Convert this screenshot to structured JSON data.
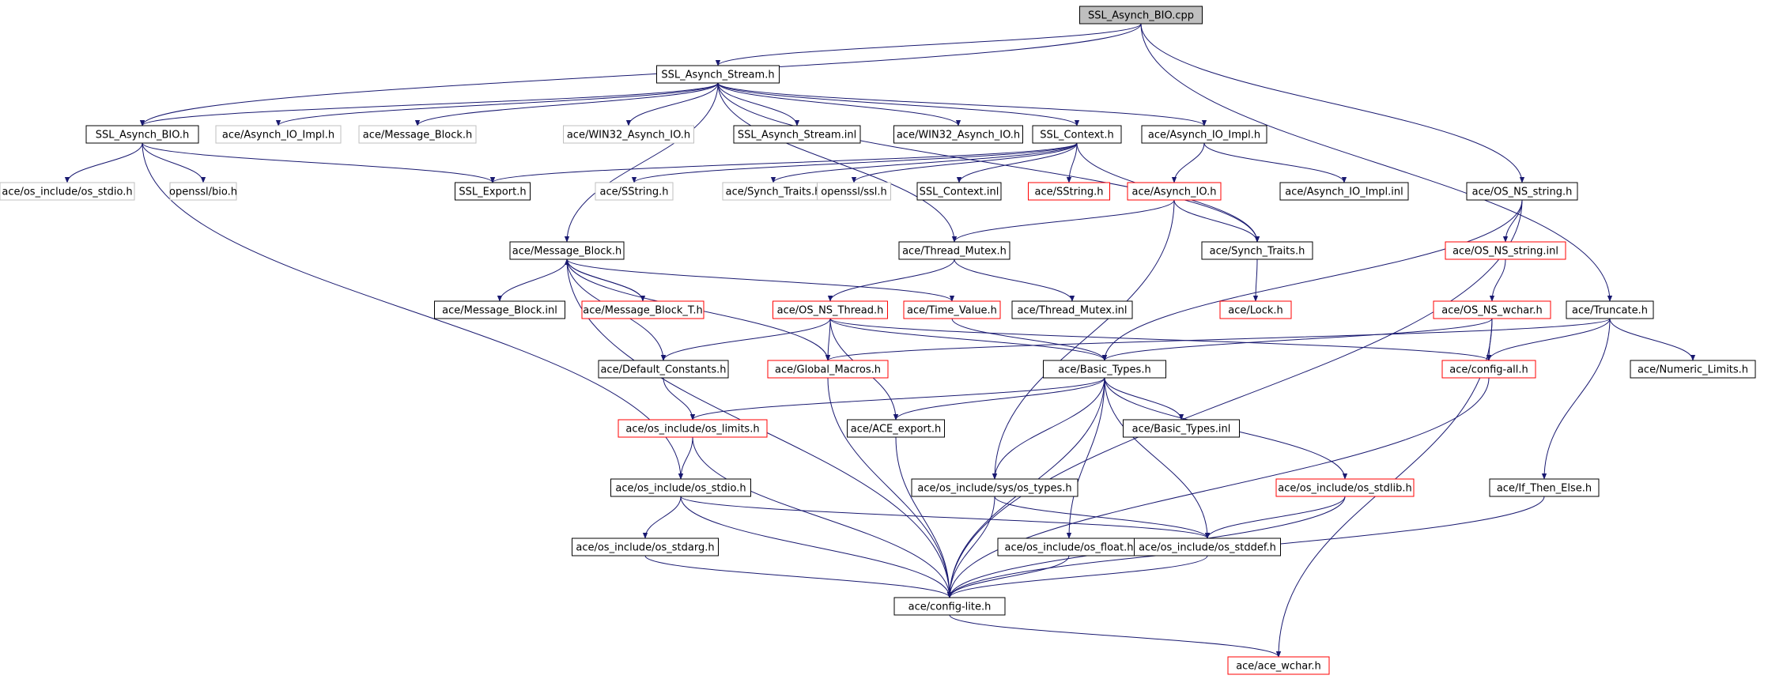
{
  "graph": {
    "colors": {
      "edge": "#191970",
      "border_normal": "#000000",
      "border_red": "#ff0000",
      "border_gray": "#bfbfbf",
      "fill_normal": "#ffffff",
      "fill_root": "#bfbfbf"
    },
    "nodes": [
      {
        "id": "root",
        "label": "SSL_Asynch_BIO.cpp",
        "style": "root"
      },
      {
        "id": "stream_h",
        "label": "SSL_Asynch_Stream.h",
        "style": "normal"
      },
      {
        "id": "bio_h",
        "label": "SSL_Asynch_BIO.h",
        "style": "normal"
      },
      {
        "id": "aio_impl_gray",
        "label": "ace/Asynch_IO_Impl.h",
        "style": "gray"
      },
      {
        "id": "mb_gray",
        "label": "ace/Message_Block.h",
        "style": "gray"
      },
      {
        "id": "win32_gray",
        "label": "ace/WIN32_Asynch_IO.h",
        "style": "gray"
      },
      {
        "id": "stream_inl",
        "label": "SSL_Asynch_Stream.inl",
        "style": "normal"
      },
      {
        "id": "win32_h",
        "label": "ace/WIN32_Asynch_IO.h",
        "style": "normal"
      },
      {
        "id": "ctx_h",
        "label": "SSL_Context.h",
        "style": "normal"
      },
      {
        "id": "aio_impl_h",
        "label": "ace/Asynch_IO_Impl.h",
        "style": "normal"
      },
      {
        "id": "os_stdio_gray",
        "label": "ace/os_include/os_stdio.h",
        "style": "gray"
      },
      {
        "id": "bio_ossl",
        "label": "openssl/bio.h",
        "style": "gray"
      },
      {
        "id": "export_h",
        "label": "SSL_Export.h",
        "style": "normal"
      },
      {
        "id": "sstring_gray",
        "label": "ace/SString.h",
        "style": "gray"
      },
      {
        "id": "synch_traits_gray",
        "label": "ace/Synch_Traits.h",
        "style": "gray"
      },
      {
        "id": "ssl_ossl",
        "label": "openssl/ssl.h",
        "style": "gray"
      },
      {
        "id": "ctx_inl",
        "label": "SSL_Context.inl",
        "style": "normal"
      },
      {
        "id": "sstring_red",
        "label": "ace/SString.h",
        "style": "red"
      },
      {
        "id": "aio_h",
        "label": "ace/Asynch_IO.h",
        "style": "red"
      },
      {
        "id": "aio_impl_inl",
        "label": "ace/Asynch_IO_Impl.inl",
        "style": "normal"
      },
      {
        "id": "ns_string_h",
        "label": "ace/OS_NS_string.h",
        "style": "normal"
      },
      {
        "id": "mb_h",
        "label": "ace/Message_Block.h",
        "style": "normal"
      },
      {
        "id": "thread_mutex_h",
        "label": "ace/Thread_Mutex.h",
        "style": "normal"
      },
      {
        "id": "synch_traits_h",
        "label": "ace/Synch_Traits.h",
        "style": "normal"
      },
      {
        "id": "ns_string_inl",
        "label": "ace/OS_NS_string.inl",
        "style": "red"
      },
      {
        "id": "mb_inl",
        "label": "ace/Message_Block.inl",
        "style": "normal"
      },
      {
        "id": "mb_t_h",
        "label": "ace/Message_Block_T.h",
        "style": "red"
      },
      {
        "id": "ns_thread_h",
        "label": "ace/OS_NS_Thread.h",
        "style": "red"
      },
      {
        "id": "time_value_h",
        "label": "ace/Time_Value.h",
        "style": "red"
      },
      {
        "id": "thread_mutex_inl",
        "label": "ace/Thread_Mutex.inl",
        "style": "normal"
      },
      {
        "id": "lock_h",
        "label": "ace/Lock.h",
        "style": "red"
      },
      {
        "id": "ns_wchar_h",
        "label": "ace/OS_NS_wchar.h",
        "style": "red"
      },
      {
        "id": "truncate_h",
        "label": "ace/Truncate.h",
        "style": "normal"
      },
      {
        "id": "default_constants_h",
        "label": "ace/Default_Constants.h",
        "style": "normal"
      },
      {
        "id": "global_macros_h",
        "label": "ace/Global_Macros.h",
        "style": "red"
      },
      {
        "id": "basic_types_h",
        "label": "ace/Basic_Types.h",
        "style": "normal"
      },
      {
        "id": "config_all_h",
        "label": "ace/config-all.h",
        "style": "red"
      },
      {
        "id": "numeric_limits_h",
        "label": "ace/Numeric_Limits.h",
        "style": "normal"
      },
      {
        "id": "os_limits_h",
        "label": "ace/os_include/os_limits.h",
        "style": "red"
      },
      {
        "id": "ace_export_h",
        "label": "ace/ACE_export.h",
        "style": "normal"
      },
      {
        "id": "basic_types_inl",
        "label": "ace/Basic_Types.inl",
        "style": "normal"
      },
      {
        "id": "os_stdio_h",
        "label": "ace/os_include/os_stdio.h",
        "style": "normal"
      },
      {
        "id": "sys_types_h",
        "label": "ace/os_include/sys/os_types.h",
        "style": "normal"
      },
      {
        "id": "os_stdlib_h",
        "label": "ace/os_include/os_stdlib.h",
        "style": "red"
      },
      {
        "id": "if_then_else_h",
        "label": "ace/If_Then_Else.h",
        "style": "normal"
      },
      {
        "id": "os_stdarg_h",
        "label": "ace/os_include/os_stdarg.h",
        "style": "normal"
      },
      {
        "id": "os_float_h",
        "label": "ace/os_include/os_float.h",
        "style": "normal"
      },
      {
        "id": "os_stddef_h",
        "label": "ace/os_include/os_stddef.h",
        "style": "normal"
      },
      {
        "id": "config_lite_h",
        "label": "ace/config-lite.h",
        "style": "normal"
      },
      {
        "id": "ace_wchar_h",
        "label": "ace/ace_wchar.h",
        "style": "red"
      }
    ],
    "edges": [
      [
        "root",
        "stream_h"
      ],
      [
        "root",
        "bio_h"
      ],
      [
        "root",
        "ns_string_h"
      ],
      [
        "root",
        "truncate_h"
      ],
      [
        "stream_h",
        "bio_h"
      ],
      [
        "stream_h",
        "aio_impl_gray"
      ],
      [
        "stream_h",
        "mb_gray"
      ],
      [
        "stream_h",
        "win32_gray"
      ],
      [
        "stream_h",
        "stream_inl"
      ],
      [
        "stream_h",
        "win32_h"
      ],
      [
        "stream_h",
        "ctx_h"
      ],
      [
        "stream_h",
        "aio_impl_h"
      ],
      [
        "stream_h",
        "mb_h"
      ],
      [
        "stream_h",
        "thread_mutex_h"
      ],
      [
        "stream_h",
        "synch_traits_h"
      ],
      [
        "bio_h",
        "os_stdio_gray"
      ],
      [
        "bio_h",
        "bio_ossl"
      ],
      [
        "bio_h",
        "export_h"
      ],
      [
        "bio_h",
        "os_stdio_h"
      ],
      [
        "ctx_h",
        "export_h"
      ],
      [
        "ctx_h",
        "sstring_gray"
      ],
      [
        "ctx_h",
        "synch_traits_gray"
      ],
      [
        "ctx_h",
        "ssl_ossl"
      ],
      [
        "ctx_h",
        "ctx_inl"
      ],
      [
        "ctx_h",
        "sstring_red"
      ],
      [
        "ctx_h",
        "synch_traits_h"
      ],
      [
        "aio_impl_h",
        "aio_h"
      ],
      [
        "aio_impl_h",
        "aio_impl_inl"
      ],
      [
        "aio_h",
        "thread_mutex_h"
      ],
      [
        "aio_h",
        "synch_traits_h"
      ],
      [
        "aio_h",
        "sys_types_h"
      ],
      [
        "synch_traits_h",
        "lock_h"
      ],
      [
        "ns_string_h",
        "ns_string_inl"
      ],
      [
        "ns_string_h",
        "basic_types_h"
      ],
      [
        "ns_string_h",
        "config_lite_h"
      ],
      [
        "ns_string_inl",
        "ns_wchar_h"
      ],
      [
        "ns_wchar_h",
        "config_all_h"
      ],
      [
        "ns_wchar_h",
        "basic_types_h"
      ],
      [
        "ns_wchar_h",
        "ace_wchar_h"
      ],
      [
        "truncate_h",
        "config_all_h"
      ],
      [
        "truncate_h",
        "global_macros_h"
      ],
      [
        "truncate_h",
        "if_then_else_h"
      ],
      [
        "truncate_h",
        "numeric_limits_h"
      ],
      [
        "mb_h",
        "mb_inl"
      ],
      [
        "mb_h",
        "mb_t_h"
      ],
      [
        "mb_h",
        "time_value_h"
      ],
      [
        "mb_h",
        "default_constants_h"
      ],
      [
        "mb_h",
        "global_macros_h"
      ],
      [
        "mb_h",
        "config_lite_h"
      ],
      [
        "mb_t_h",
        "mb_h"
      ],
      [
        "thread_mutex_h",
        "ns_thread_h"
      ],
      [
        "thread_mutex_h",
        "thread_mutex_inl"
      ],
      [
        "ns_thread_h",
        "default_constants_h"
      ],
      [
        "ns_thread_h",
        "global_macros_h"
      ],
      [
        "ns_thread_h",
        "basic_types_h"
      ],
      [
        "ns_thread_h",
        "config_all_h"
      ],
      [
        "ns_thread_h",
        "ace_export_h"
      ],
      [
        "time_value_h",
        "basic_types_h"
      ],
      [
        "default_constants_h",
        "os_limits_h"
      ],
      [
        "global_macros_h",
        "config_lite_h"
      ],
      [
        "basic_types_h",
        "os_limits_h"
      ],
      [
        "basic_types_h",
        "ace_export_h"
      ],
      [
        "basic_types_h",
        "basic_types_inl"
      ],
      [
        "basic_types_h",
        "sys_types_h"
      ],
      [
        "basic_types_h",
        "os_stdlib_h"
      ],
      [
        "basic_types_h",
        "os_float_h"
      ],
      [
        "basic_types_h",
        "os_stddef_h"
      ],
      [
        "basic_types_h",
        "config_lite_h"
      ],
      [
        "config_all_h",
        "config_lite_h"
      ],
      [
        "os_limits_h",
        "os_stdio_h"
      ],
      [
        "os_limits_h",
        "config_lite_h"
      ],
      [
        "ace_export_h",
        "config_lite_h"
      ],
      [
        "os_stdio_h",
        "os_stdarg_h"
      ],
      [
        "os_stdio_h",
        "os_stddef_h"
      ],
      [
        "os_stdio_h",
        "config_lite_h"
      ],
      [
        "sys_types_h",
        "os_stddef_h"
      ],
      [
        "sys_types_h",
        "config_lite_h"
      ],
      [
        "os_stdlib_h",
        "os_stddef_h"
      ],
      [
        "os_stdlib_h",
        "config_lite_h"
      ],
      [
        "if_then_else_h",
        "config_lite_h"
      ],
      [
        "os_stdarg_h",
        "config_lite_h"
      ],
      [
        "os_float_h",
        "config_lite_h"
      ],
      [
        "os_stddef_h",
        "config_lite_h"
      ],
      [
        "config_lite_h",
        "ace_wchar_h"
      ]
    ]
  }
}
